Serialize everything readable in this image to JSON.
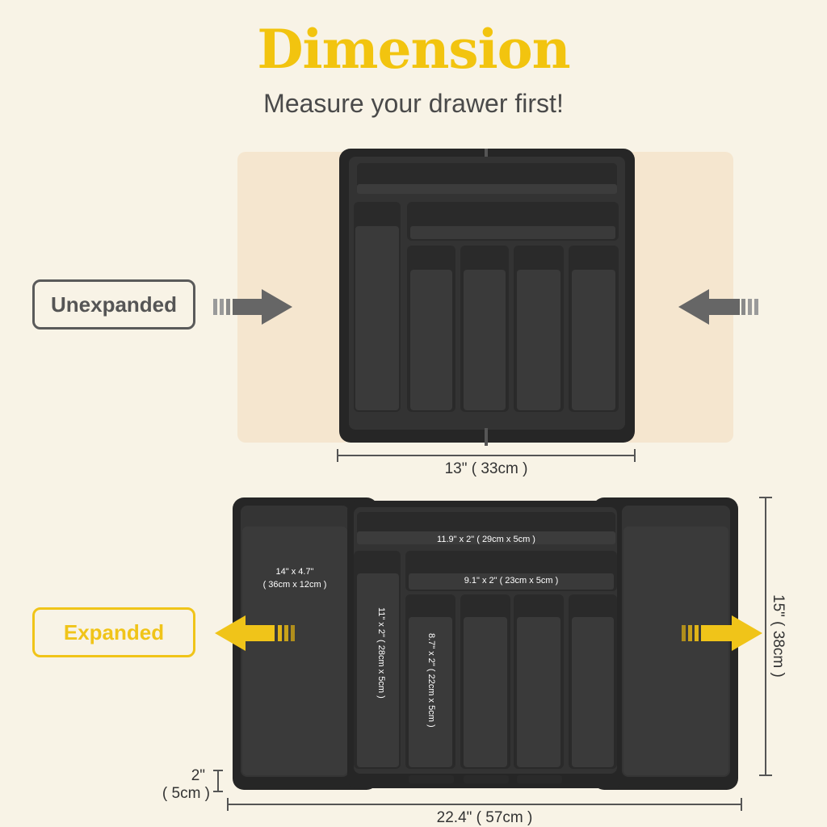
{
  "header": {
    "title": "Dimension",
    "subtitle": "Measure your drawer first!"
  },
  "unexpanded": {
    "label": "Unexpanded",
    "width_label": "13\" ( 33cm )"
  },
  "expanded": {
    "label": "Expanded",
    "width_label": "22.4\" ( 57cm )",
    "height_label": "15\" ( 38cm )",
    "depth_label_in": "2\"",
    "depth_label_cm": "( 5cm )",
    "compartments": {
      "top_slot": "11.9\" x 2\" ( 29cm x 5cm )",
      "second_slot": "9.1\" x 2\" ( 23cm x 5cm )",
      "side_tray_in": "14\" x 4.7\"",
      "side_tray_cm": "( 36cm x 12cm )",
      "long_slot": "11\" x 2\" ( 28cm x 5cm )",
      "short_slot": "8.7\" x 2\" ( 22cm x 5cm )"
    }
  },
  "colors": {
    "accent": "#f2c40f",
    "tray": "#2b2b2b",
    "ghost_tray": "#f5e6cf",
    "background": "#f8f3e6"
  },
  "icons": [
    "arrow-right-icon",
    "arrow-left-icon"
  ]
}
